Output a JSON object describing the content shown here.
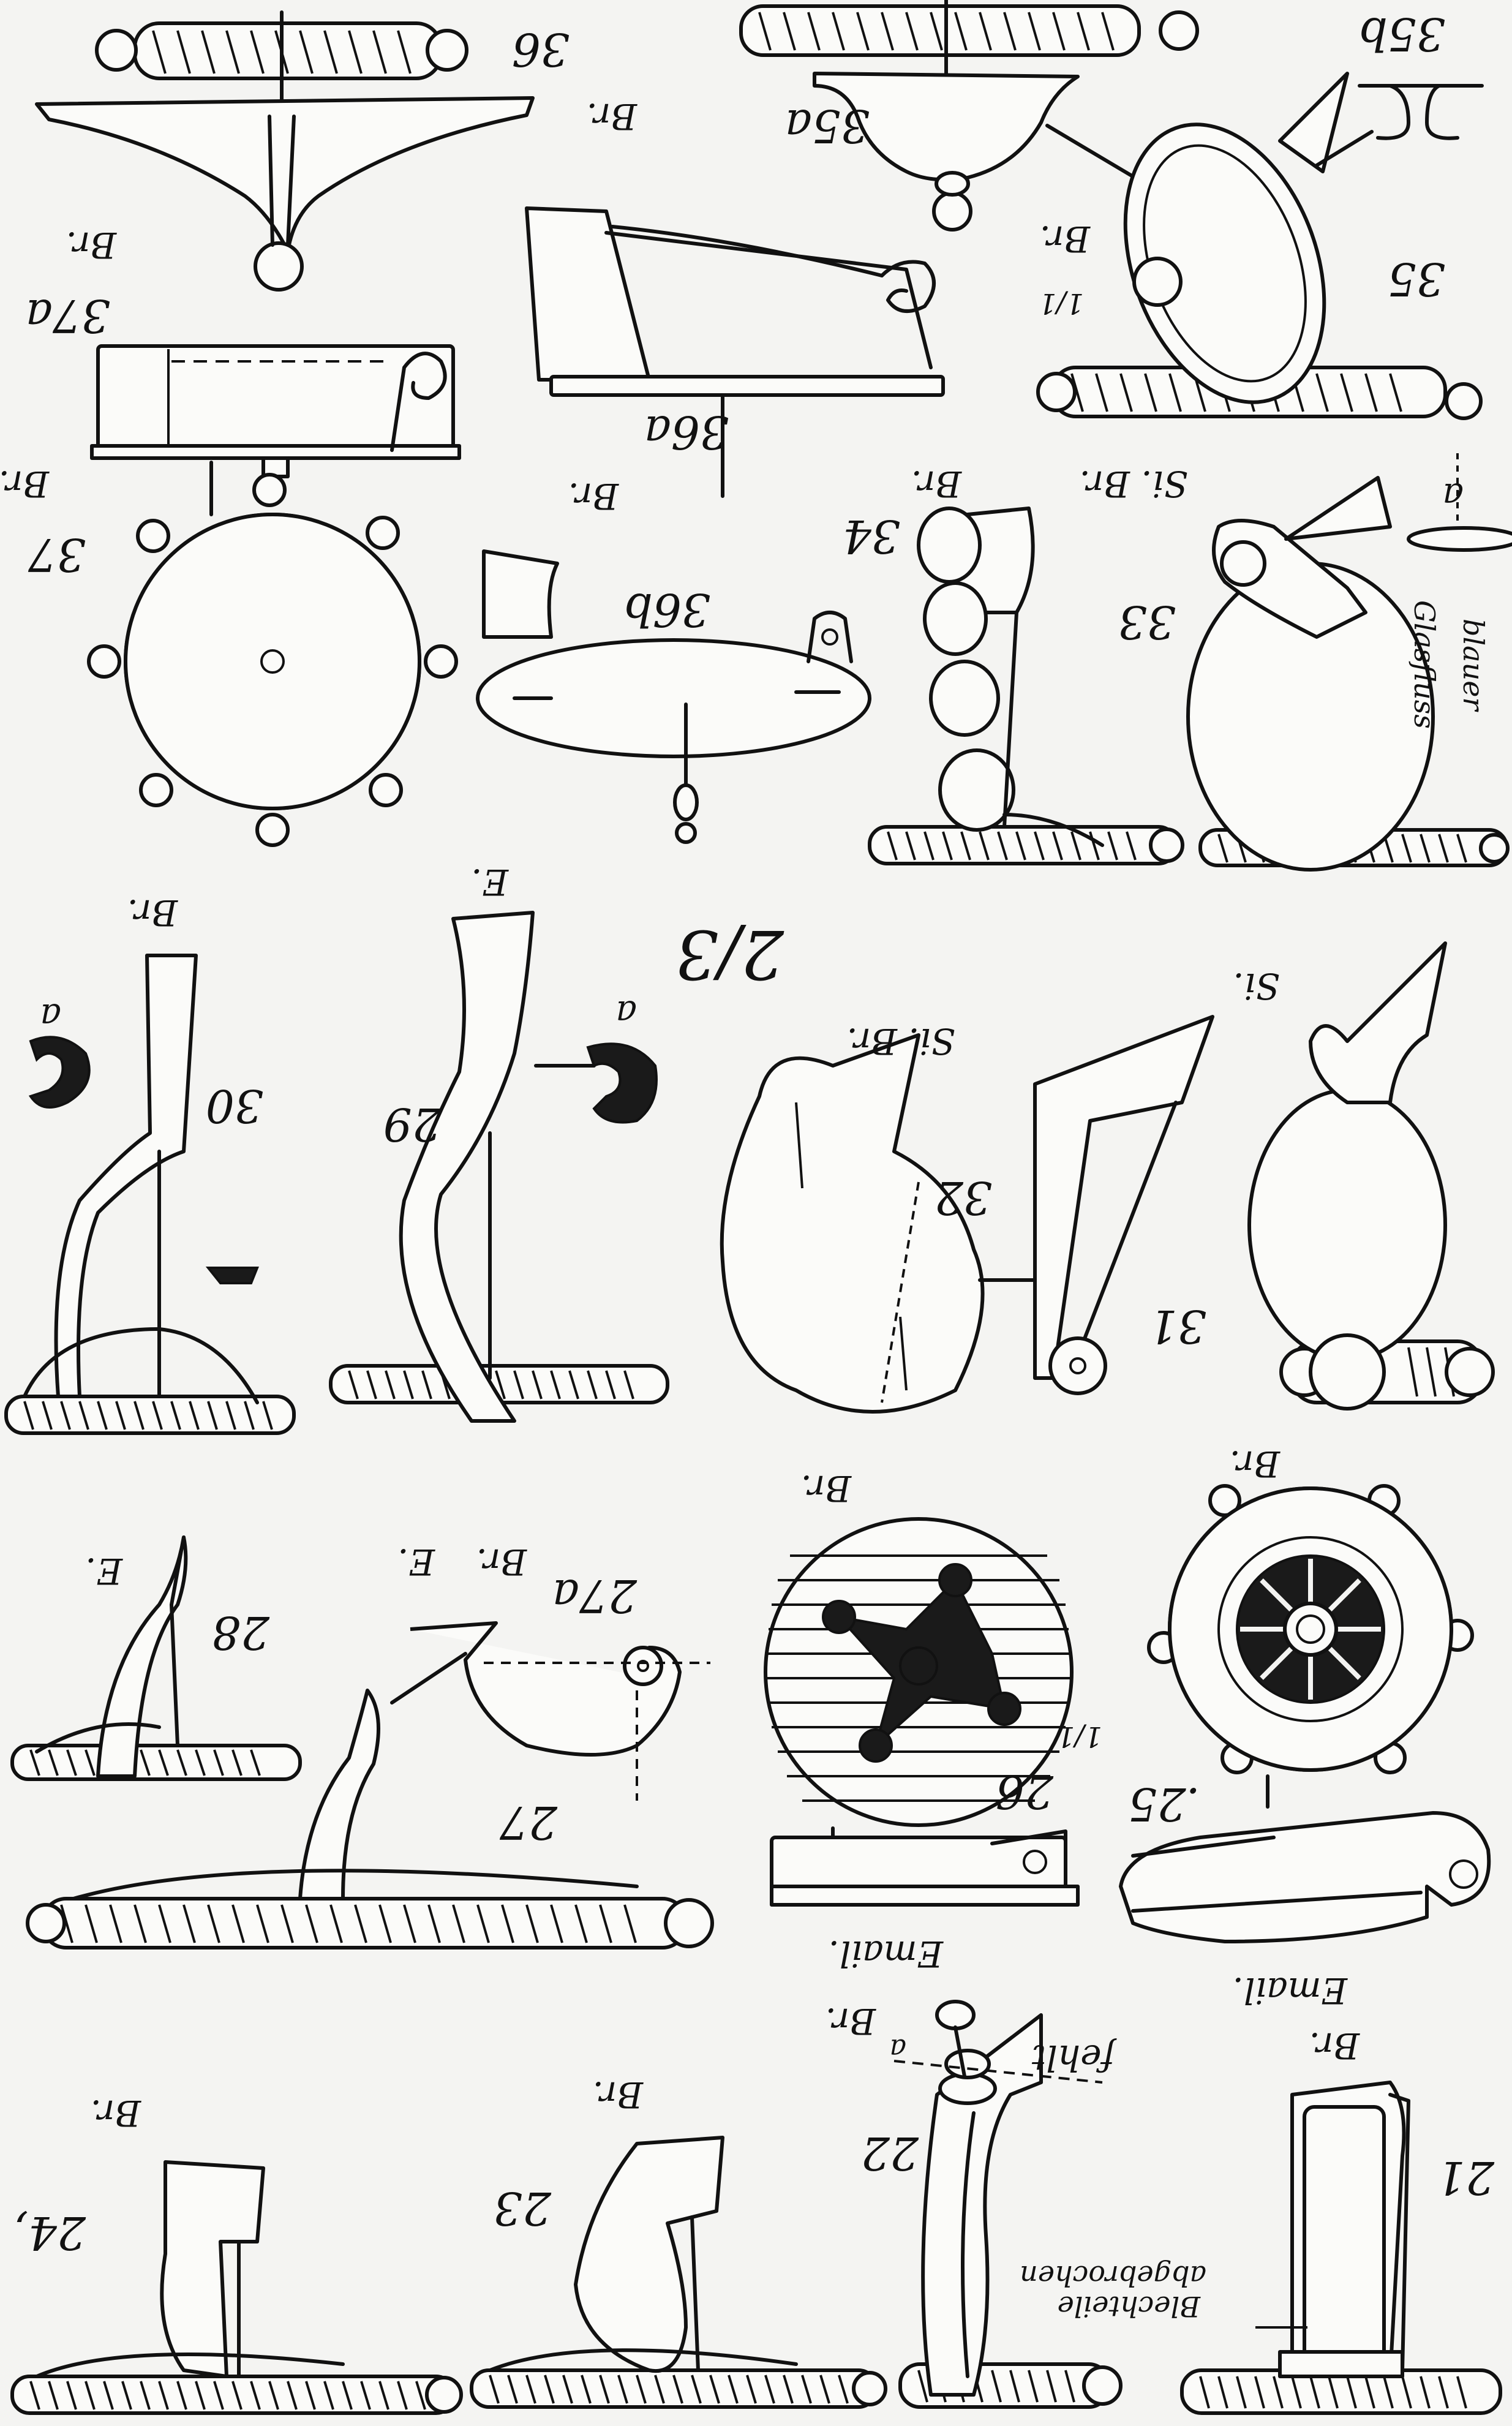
{
  "plate_number": "2/3",
  "figures": {
    "f21": "21",
    "f22": "22",
    "f23": "23",
    "f24": "24,",
    "f25": ".25",
    "f26": "26",
    "f27": "27",
    "f27a": "27a",
    "f28": "28",
    "f29": "29",
    "f30": "30",
    "f31": "31",
    "f32": "32",
    "f33": "33",
    "f34": "34",
    "f35": "35",
    "f35a": "35a",
    "f35b": "35b",
    "f36": "36",
    "f36a": "36a",
    "f36b": "36b",
    "f37": "37",
    "f37a": "37a"
  },
  "annotations": {
    "br": "Br.",
    "e": "E.",
    "si_br": "Si. Br.",
    "si": "Si.",
    "email": "Email.",
    "a": "a",
    "one_one": "1/1",
    "blauer": "blauer",
    "glasfluss": "Glasfluss",
    "fehlt": "fehlt",
    "blechteile": "Blechteile",
    "abgebrochen": "abgebrochen"
  }
}
